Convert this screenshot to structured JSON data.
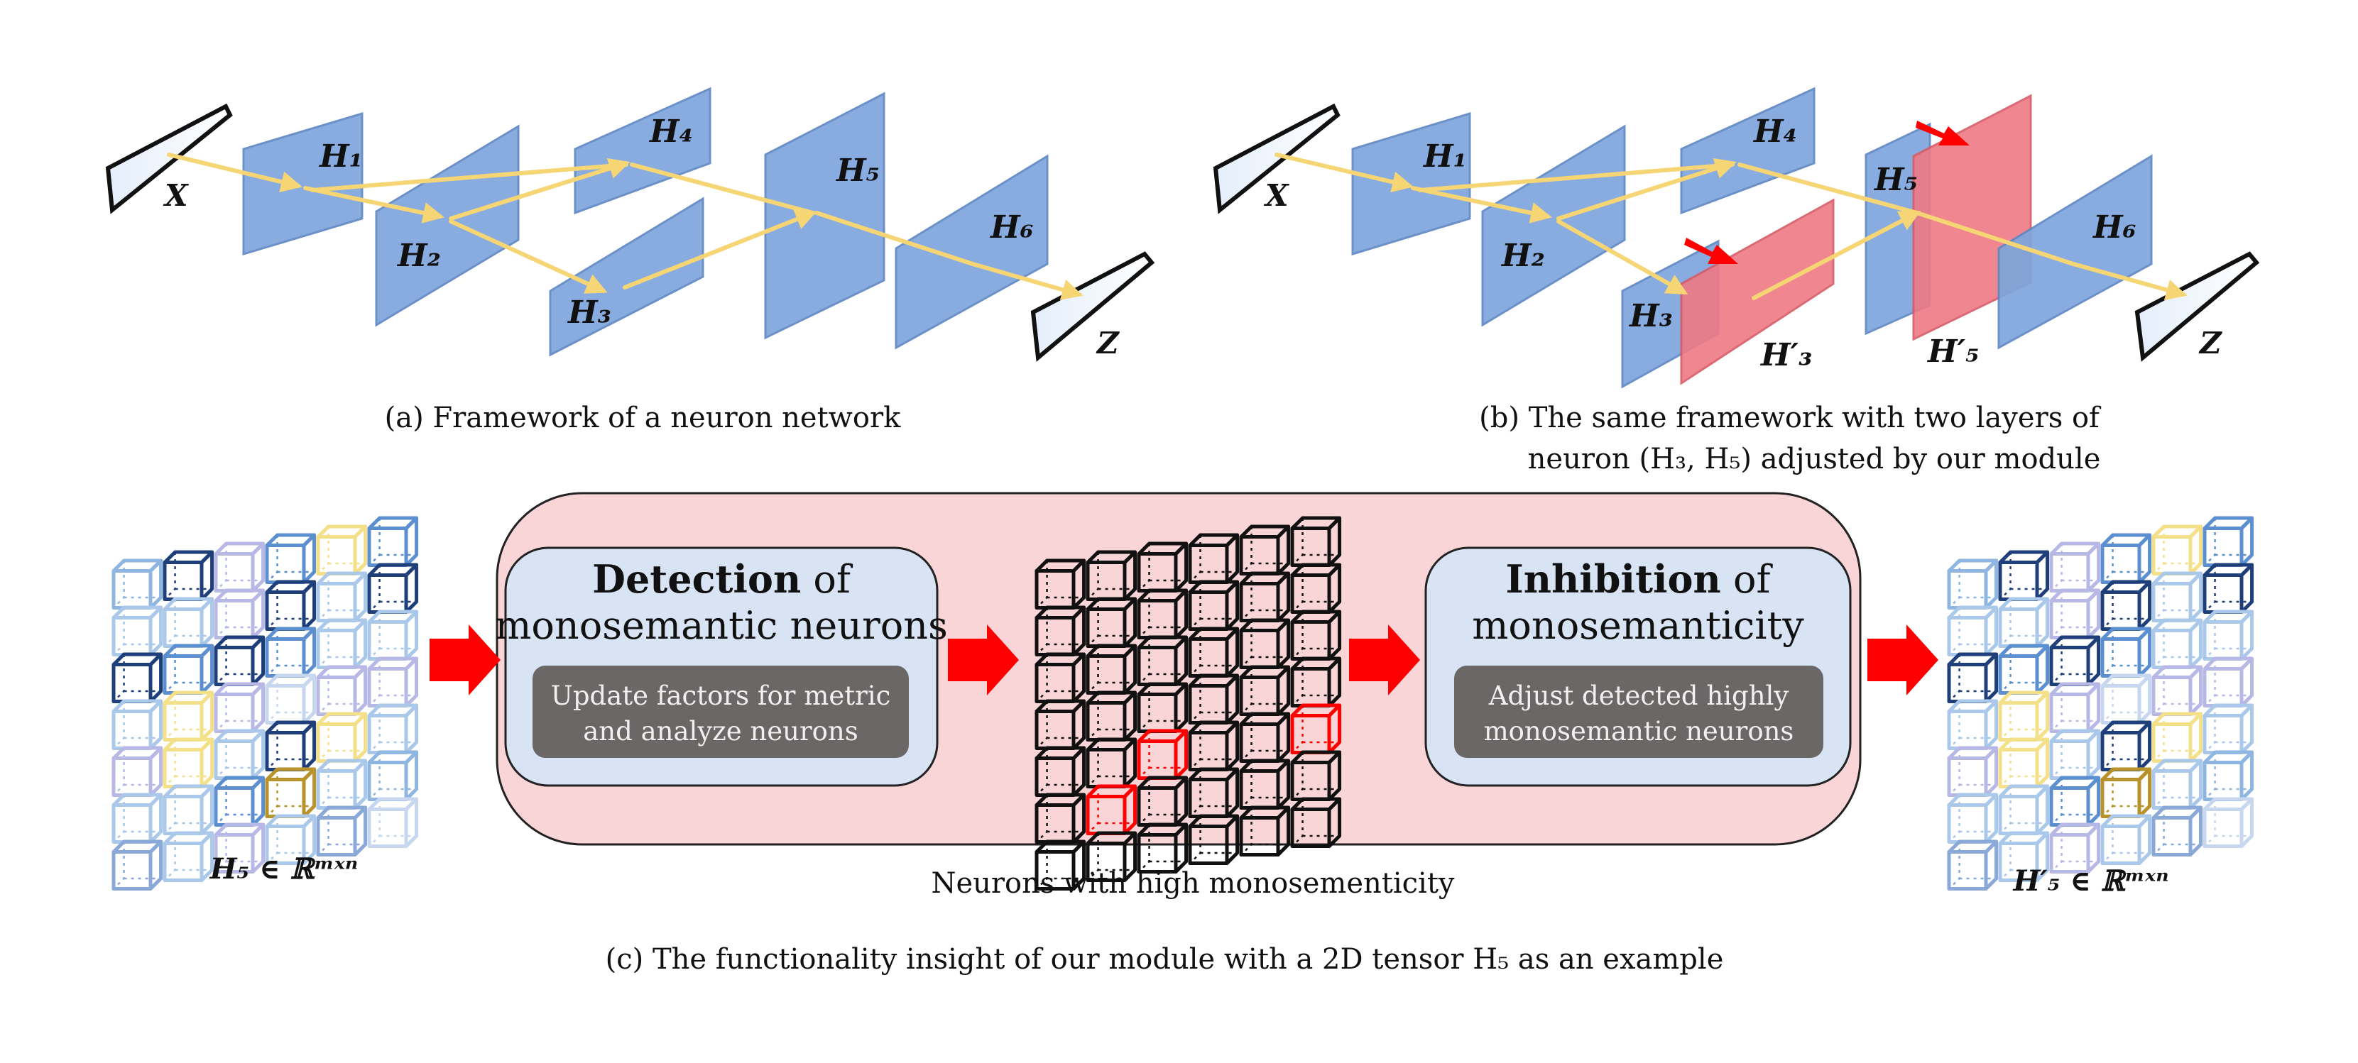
{
  "panel_a": {
    "caption": "(a) Framework of a neuron network",
    "labels": {
      "x": "X",
      "h1": "H₁",
      "h2": "H₂",
      "h3": "H₃",
      "h4": "H₄",
      "h5": "H₅",
      "h6": "H₆",
      "z": "Z"
    }
  },
  "panel_b": {
    "caption_line1": "(b) The same framework with two layers of",
    "caption_line2": "neuron (H₃, H₅) adjusted by our module",
    "labels": {
      "x": "X",
      "h1": "H₁",
      "h2": "H₂",
      "h3": "H₃",
      "h4": "H₄",
      "h5": "H₅",
      "h6": "H₆",
      "z": "Z",
      "h3p": "H′₃",
      "h5p": "H′₅"
    }
  },
  "panel_c": {
    "left_label": "H₅ ∈ ℝᵐˣⁿ",
    "right_label": "H′₅ ∈ ℝᵐˣⁿ",
    "detection": {
      "title_bold": "Detection",
      "title_rest": " of",
      "title_line2": "monosemantic neurons",
      "button_line1": "Update factors for metric",
      "button_line2": "and analyze neurons"
    },
    "inhibition": {
      "title_bold": "Inhibition",
      "title_rest": " of",
      "title_line2": "monosemanticity",
      "button_line1": "Adjust detected highly",
      "button_line2": "monosemantic neurons"
    },
    "middle_caption": "Neurons with high monosementicity",
    "caption": "(c) The functionality insight of our module with a 2D tensor H₅ as an example"
  },
  "colors": {
    "layer_blue": "#7ea6dd",
    "layer_red": "#ef7a85",
    "flow_yellow": "#f6d574",
    "pink_bg": "#fad5d8",
    "box_blue": "#d8e4f4",
    "button_gray": "#6b6766",
    "arrow_red": "#ff0000"
  }
}
